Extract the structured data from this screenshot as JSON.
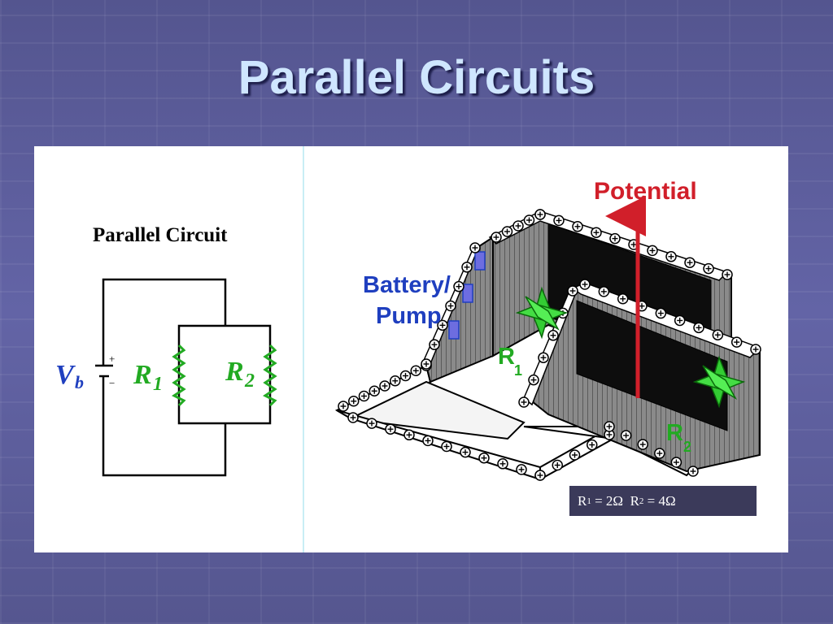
{
  "slide": {
    "title": "Parallel Circuits"
  },
  "left_diagram": {
    "heading": "Parallel Circuit",
    "battery_label": "V",
    "battery_sub": "b",
    "r1_label": "R",
    "r1_sub": "1",
    "r2_label": "R",
    "r2_sub": "2",
    "plus_sign": "+",
    "minus_sign": "−"
  },
  "right_diagram": {
    "potential_label": "Potential",
    "battery_pump_line1": "Battery/",
    "battery_pump_line2": "Pump",
    "r1_label": "R",
    "r1_sub": "1",
    "r2_label": "R",
    "r2_sub": "2"
  },
  "legend": {
    "r1_prefix": "R",
    "r1_sub": "1",
    "r1_value": " = 2Ω  ",
    "r2_prefix": "R",
    "r2_sub": "2",
    "r2_value": " = 4Ω"
  },
  "colors": {
    "title": "#cfe6ff",
    "resistor_green": "#22aa22",
    "potential_red": "#d11f2a",
    "pump_blue": "#1f3fbf"
  }
}
